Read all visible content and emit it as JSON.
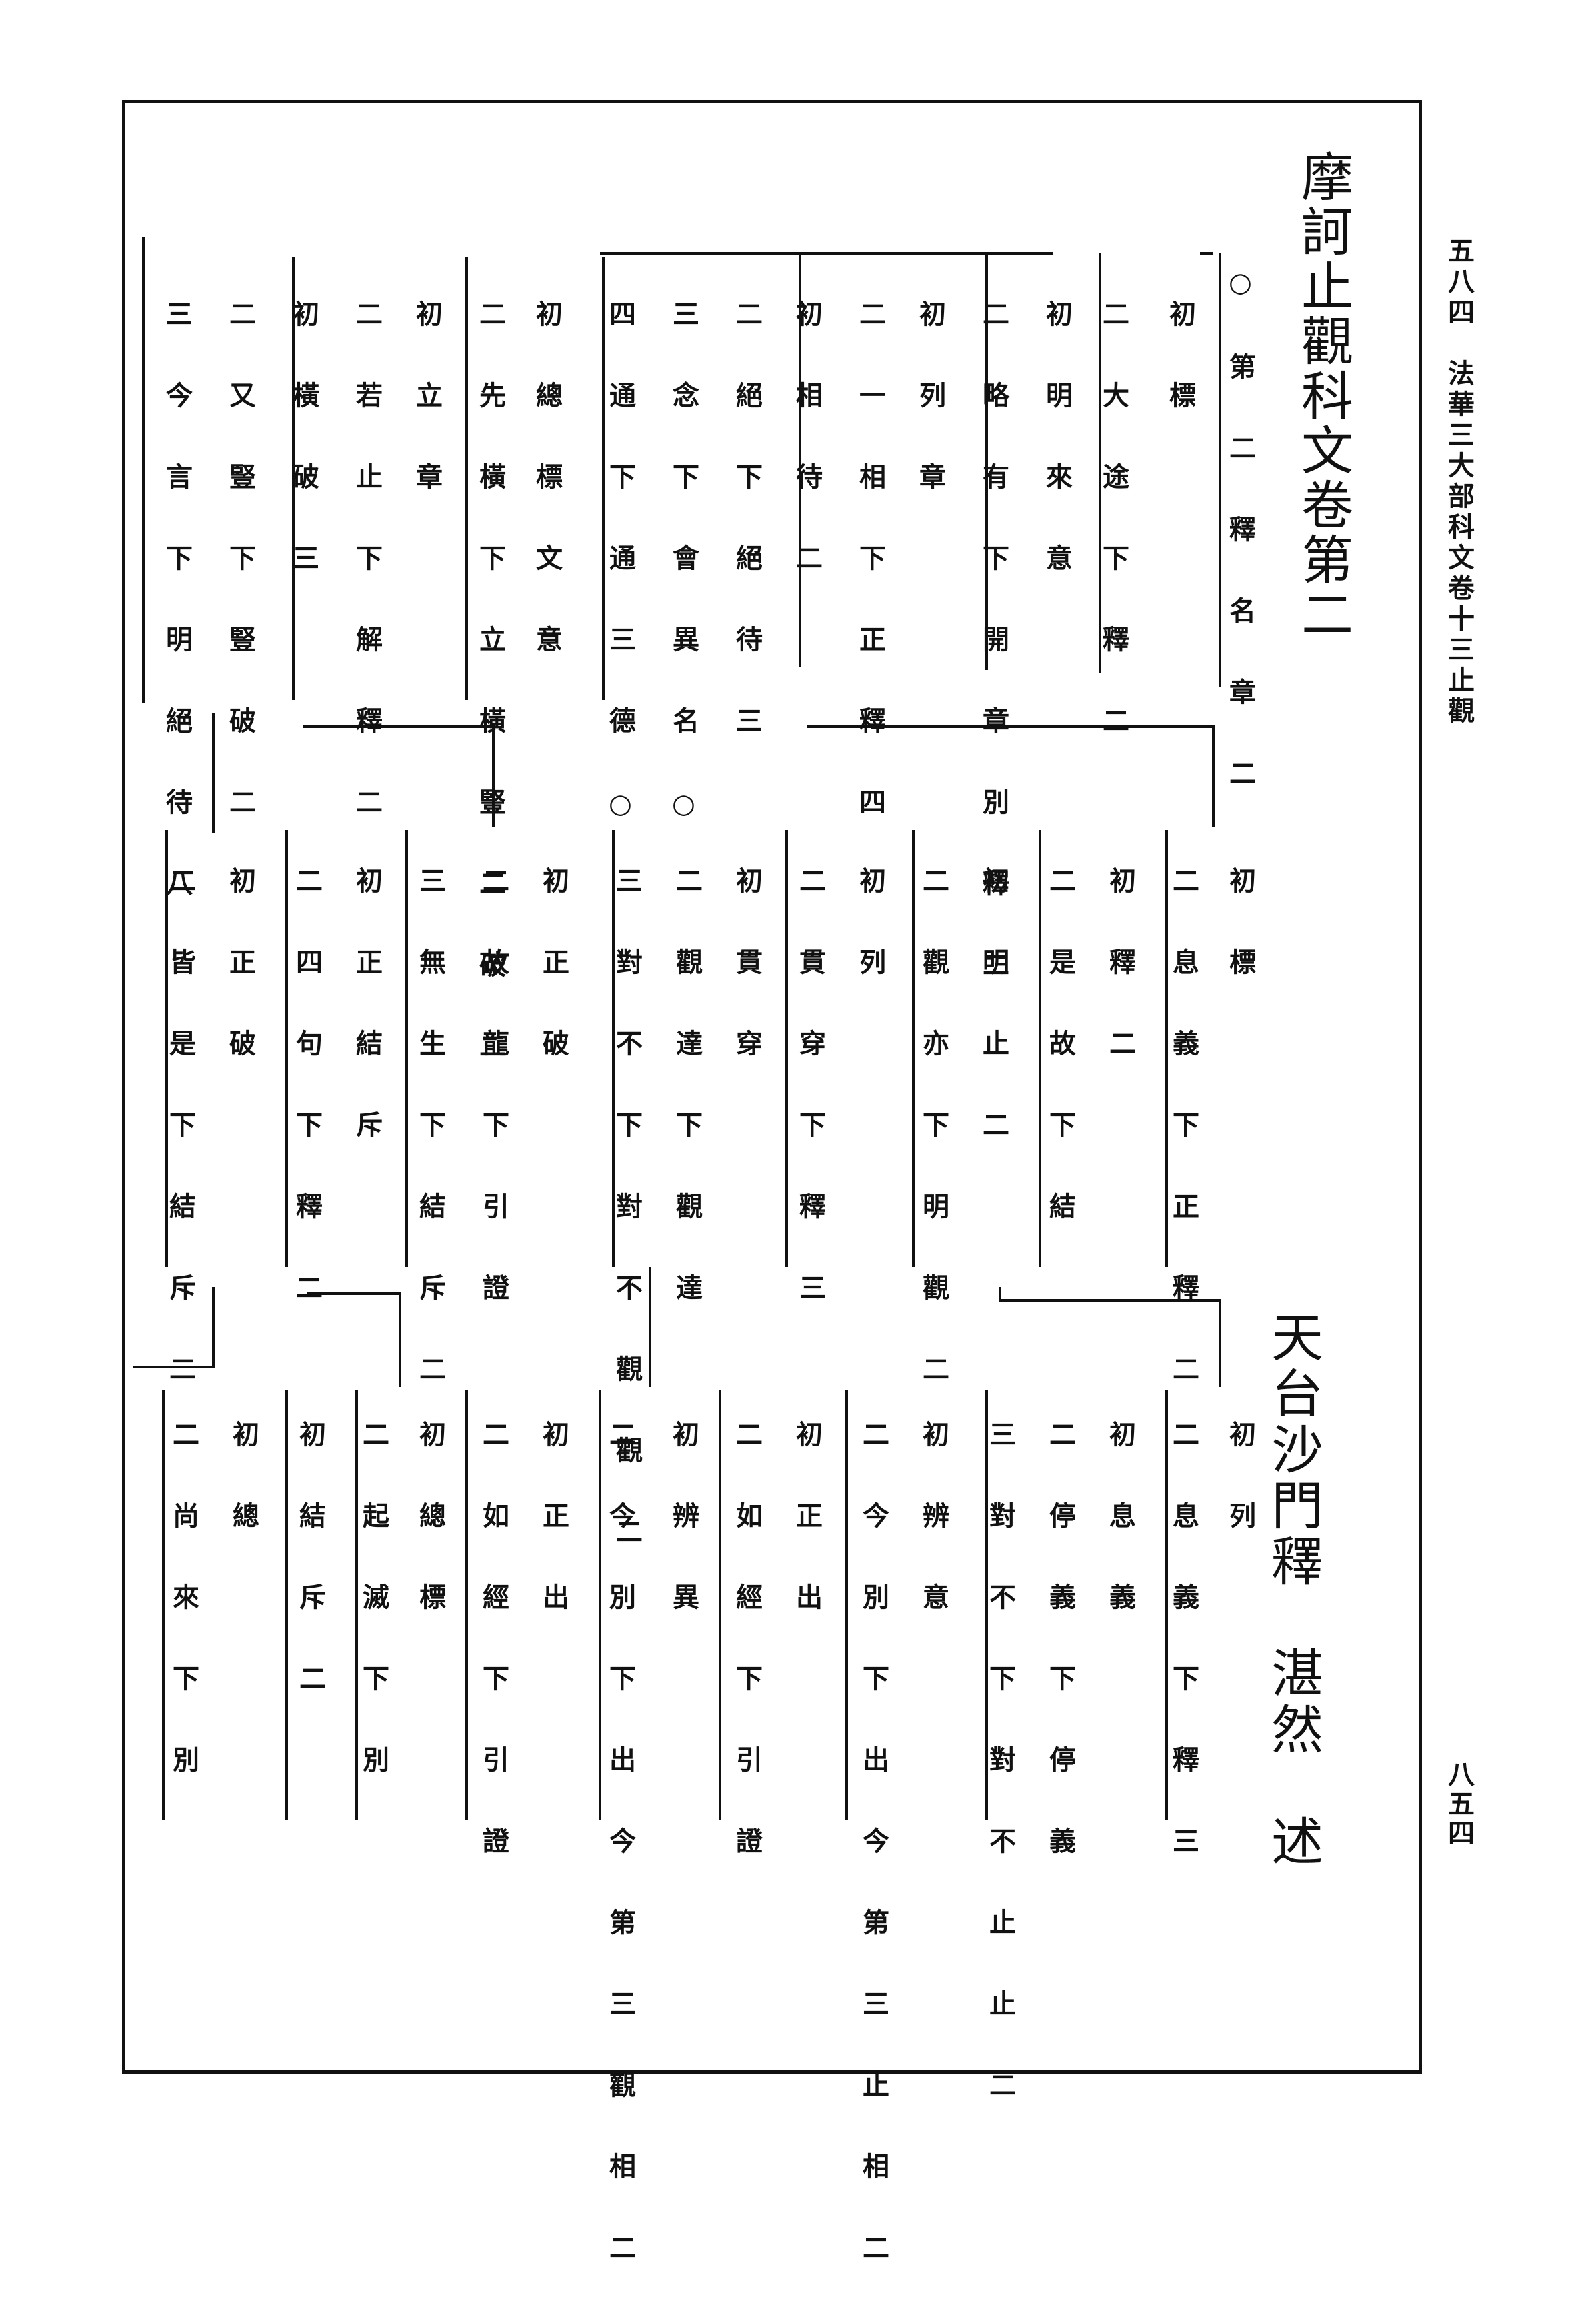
{
  "margin": {
    "header": "五八四　法華三大部科文卷十三止觀",
    "page_number": "八五四"
  },
  "title": "摩訶止觀科文卷第二",
  "author": "天台沙門釋　湛然　述",
  "tree": {
    "row1_group1": [
      "○第二釋名章二",
      "初標",
      "二大途下釋二"
    ],
    "row1_group2": [
      "初明來意",
      "二略有下開章別釋二"
    ],
    "row1_group3": [
      "初列章",
      "二一相下正釋四"
    ],
    "row1_group4": [
      "初相待二",
      "二絕下絕待三",
      "三念下會異名○",
      "四通下通三德○"
    ],
    "row1_group5": [
      "初總標文意",
      "二先橫下立橫豎二破二"
    ],
    "row1_group6": [
      "初立章",
      "二若止下解釋二"
    ],
    "row1_group7": [
      "初橫破三",
      "二又豎下豎破二",
      "三今言下明絕待八"
    ],
    "row2_group1": [
      "初標",
      "二息義下正釋二"
    ],
    "row2_group2": [
      "初釋二",
      "二是故下結"
    ],
    "row2_group3": [
      "初明止二",
      "二觀亦下明觀二"
    ],
    "row2_group4": [
      "初列",
      "二貫穿下釋三"
    ],
    "row2_group5": [
      "初貫穿",
      "二觀達下觀達",
      "三對不下對不觀觀二"
    ],
    "row2_group6": [
      "初正破",
      "二故龍下引證",
      "三無生下結斥二"
    ],
    "row2_group7": [
      "初正結斥",
      "二四句下釋二"
    ],
    "row2_group8": [
      "初正破",
      "二皆是下結斥二"
    ],
    "row3_group1": [
      "初列",
      "二息義下釋三"
    ],
    "row3_group2": [
      "初息義",
      "二停義下停義",
      "三對不下對不止止二"
    ],
    "row3_group3": [
      "初辨意",
      "二今別下出今第三止相二"
    ],
    "row3_group4": [
      "初正出",
      "二如經下引證"
    ],
    "row3_group5": [
      "初辨異",
      "二今別下出今第三觀相二"
    ],
    "row3_group6": [
      "初正出",
      "二如經下引證"
    ],
    "row3_group7": [
      "初總標",
      "二起滅下別"
    ],
    "row3_group8": [
      "初結斥二"
    ],
    "row3_group9": [
      "初總",
      "二尚來下別"
    ]
  }
}
